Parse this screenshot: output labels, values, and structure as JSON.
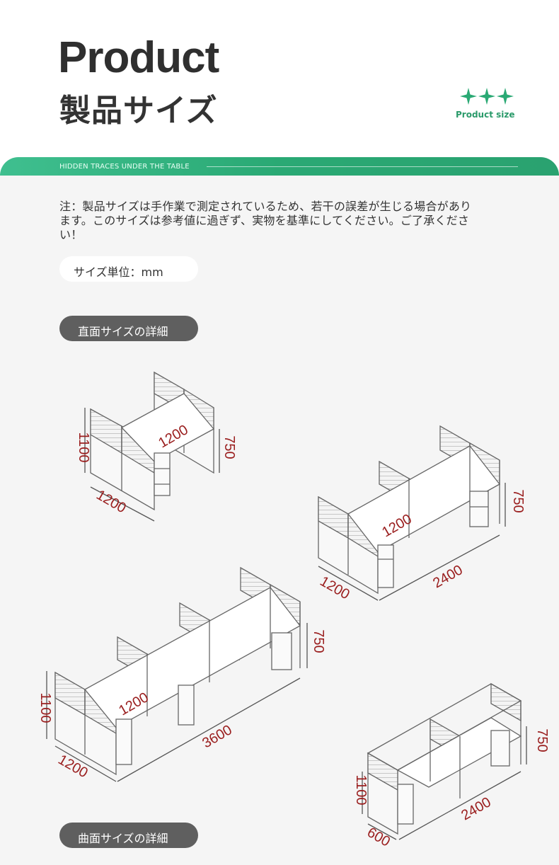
{
  "header": {
    "title_en": "Product",
    "title_ja": "製品サイズ",
    "badge_label": "Product size"
  },
  "band": {
    "text": "HIDDEN TRACES UNDER THE TABLE"
  },
  "note": {
    "text": "注：製品サイズは手作業で測定されているため、若干の誤差が生じる場合があります。このサイズは参考値に過ぎず、実物を基準にしてください。ご了承ください！"
  },
  "unit": {
    "label": "サイズ単位：mm"
  },
  "sections": {
    "straight": "直面サイズの詳細",
    "curved": "曲面サイズの詳細"
  },
  "colors": {
    "accent_green": "#2aa974",
    "dimension_red": "#9a1e1e",
    "pill_dark": "#5f5f5f"
  },
  "diagrams": {
    "two_seat": {
      "height": "1100",
      "inner_width": "1200",
      "desk_height": "750",
      "depth": "1200"
    },
    "four_seat": {
      "inner_width": "1200",
      "desk_height": "750",
      "depth": "1200",
      "length": "2400"
    },
    "six_seat": {
      "height": "1100",
      "inner_width": "1200",
      "desk_height": "750",
      "depth": "1200",
      "length": "3600"
    },
    "single_row": {
      "height": "1100",
      "desk_height": "750",
      "depth": "600",
      "length": "2400"
    }
  }
}
